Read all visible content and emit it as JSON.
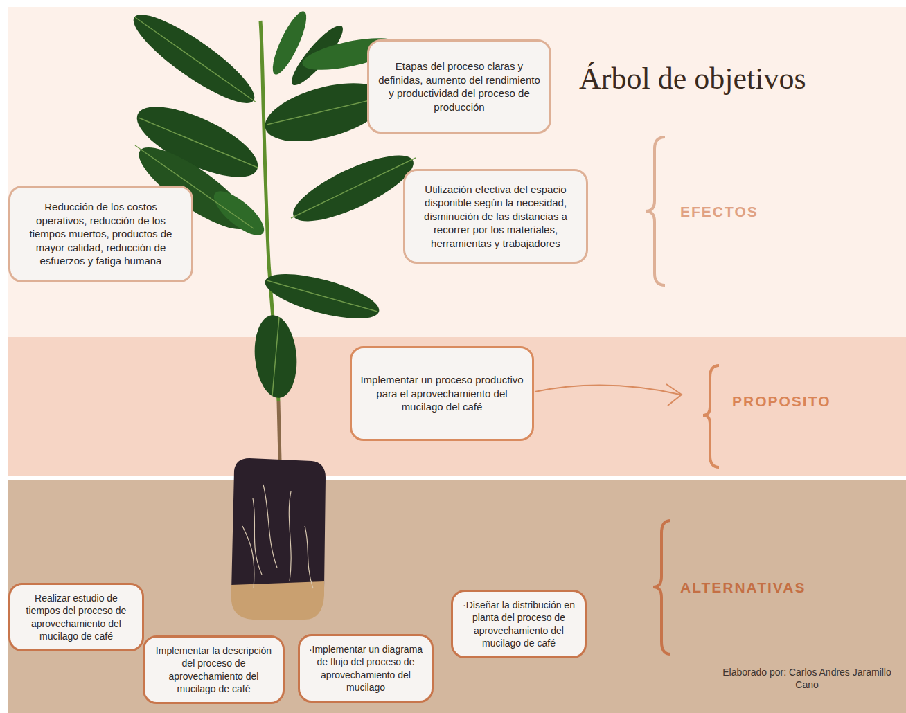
{
  "diagram": {
    "title": "Árbol de objetivos",
    "nodes": [
      {
        "text": [
          "Etapas del proceso claras y definidas, aumento del rendimiento y productividad del proceso de producción"
        ]
      },
      {
        "text": [
          "Reducción de los costos operativos, reducción de los tiempos muertos, productos de mayor calidad, reducción de esfuerzos y fatiga humana"
        ]
      },
      {
        "text": [
          "Utilización efectiva del espacio disponible según la necesidad, disminución de las distancias a recorrer por los materiales, herramientas y trabajadores"
        ]
      },
      {
        "text": [
          "Implementar un proceso productivo para el aprovechamiento del mucilago del café"
        ]
      },
      {
        "text": [
          "Realizar estudio de tiempos del proceso de aprovechamiento del mucilago de café"
        ]
      },
      {
        "text": [
          "Implementar la descripción del proceso de aprovechamiento del mucilago de café"
        ]
      },
      {
        "text": [
          "·Implementar un diagrama de flujo del proceso de aprovechamiento del mucilago"
        ]
      },
      {
        "text": [
          "·Diseñar la distribución en planta del proceso de aprovechamiento del mucilago de café"
        ]
      }
    ],
    "labels": [
      "EFECTOS",
      "PROPOSITO",
      "ALTERNATIVAS",
      "Elaborado por: Carlos Andres Jaramillo Cano"
    ]
  }
}
